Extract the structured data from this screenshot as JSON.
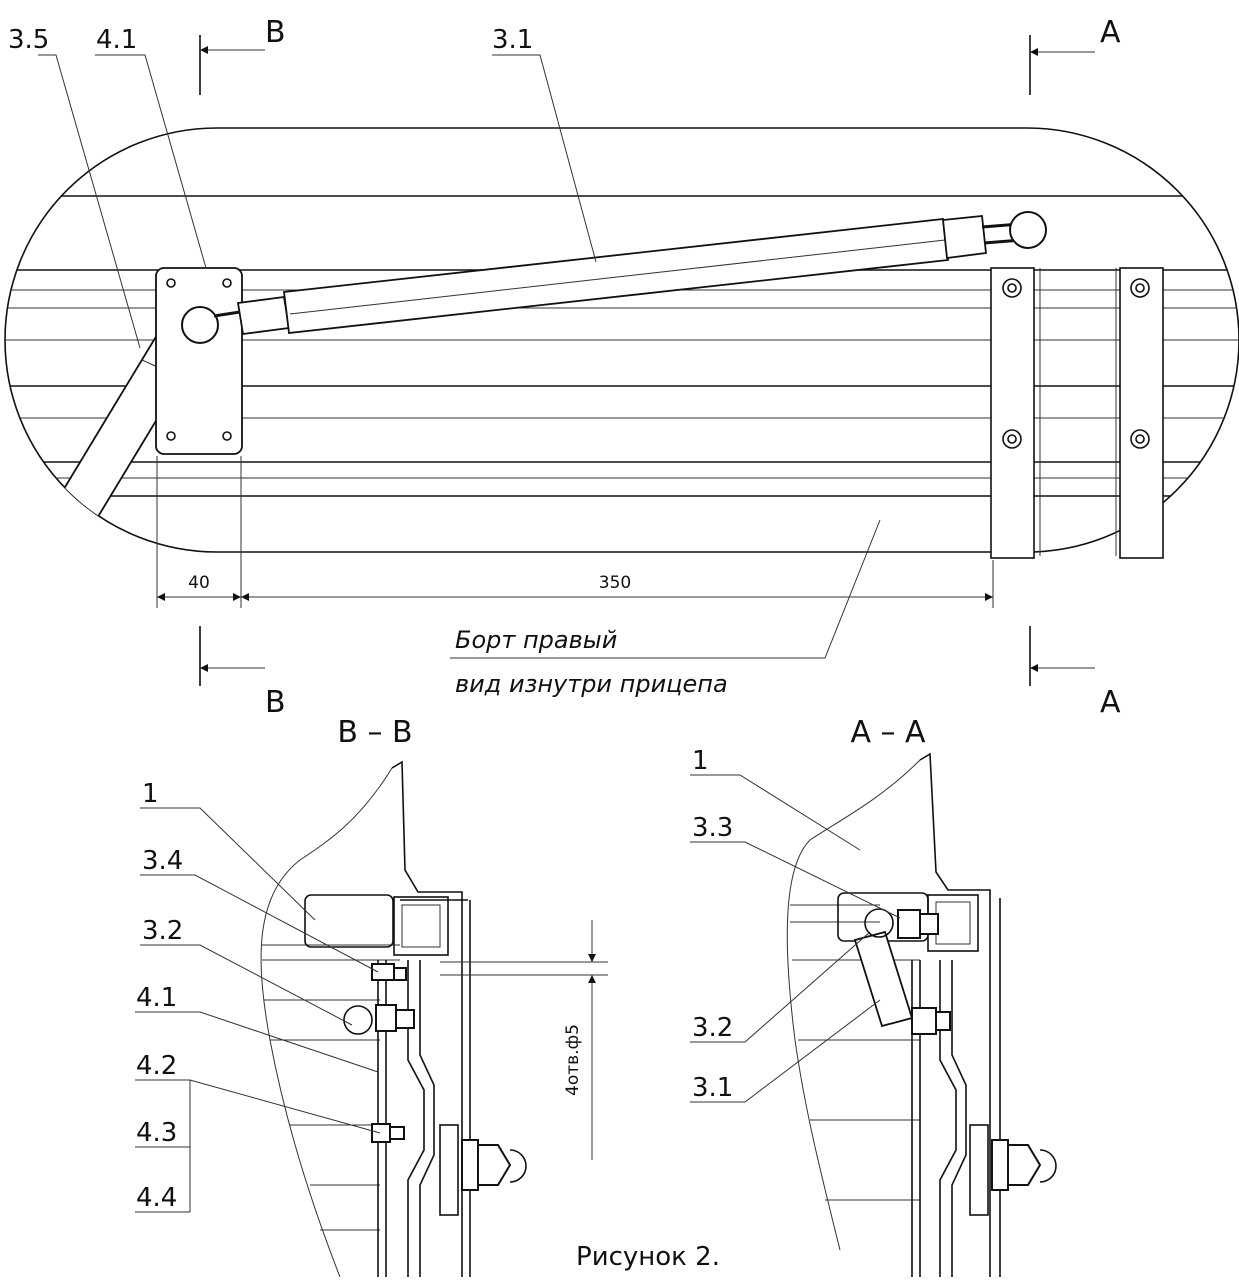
{
  "callouts_top": [
    "3.5",
    "4.1",
    "3.1"
  ],
  "section_marks": {
    "b_top": "B",
    "a_top": "A",
    "b_bottom": "B",
    "a_bottom": "A"
  },
  "dimensions": {
    "left": "40",
    "main": "350"
  },
  "note": {
    "line1": "Борт правый",
    "line2": "вид изнутри прицепа"
  },
  "section_titles": {
    "bb": "B – B",
    "aa": "A – A"
  },
  "callouts_bb": [
    "1",
    "3.4",
    "3.2",
    "4.1",
    "4.2",
    "4.3",
    "4.4"
  ],
  "holes_note": "4отв.ф5",
  "callouts_aa": [
    "1",
    "3.3",
    "3.2",
    "3.1"
  ],
  "caption": "Рисунок 2."
}
